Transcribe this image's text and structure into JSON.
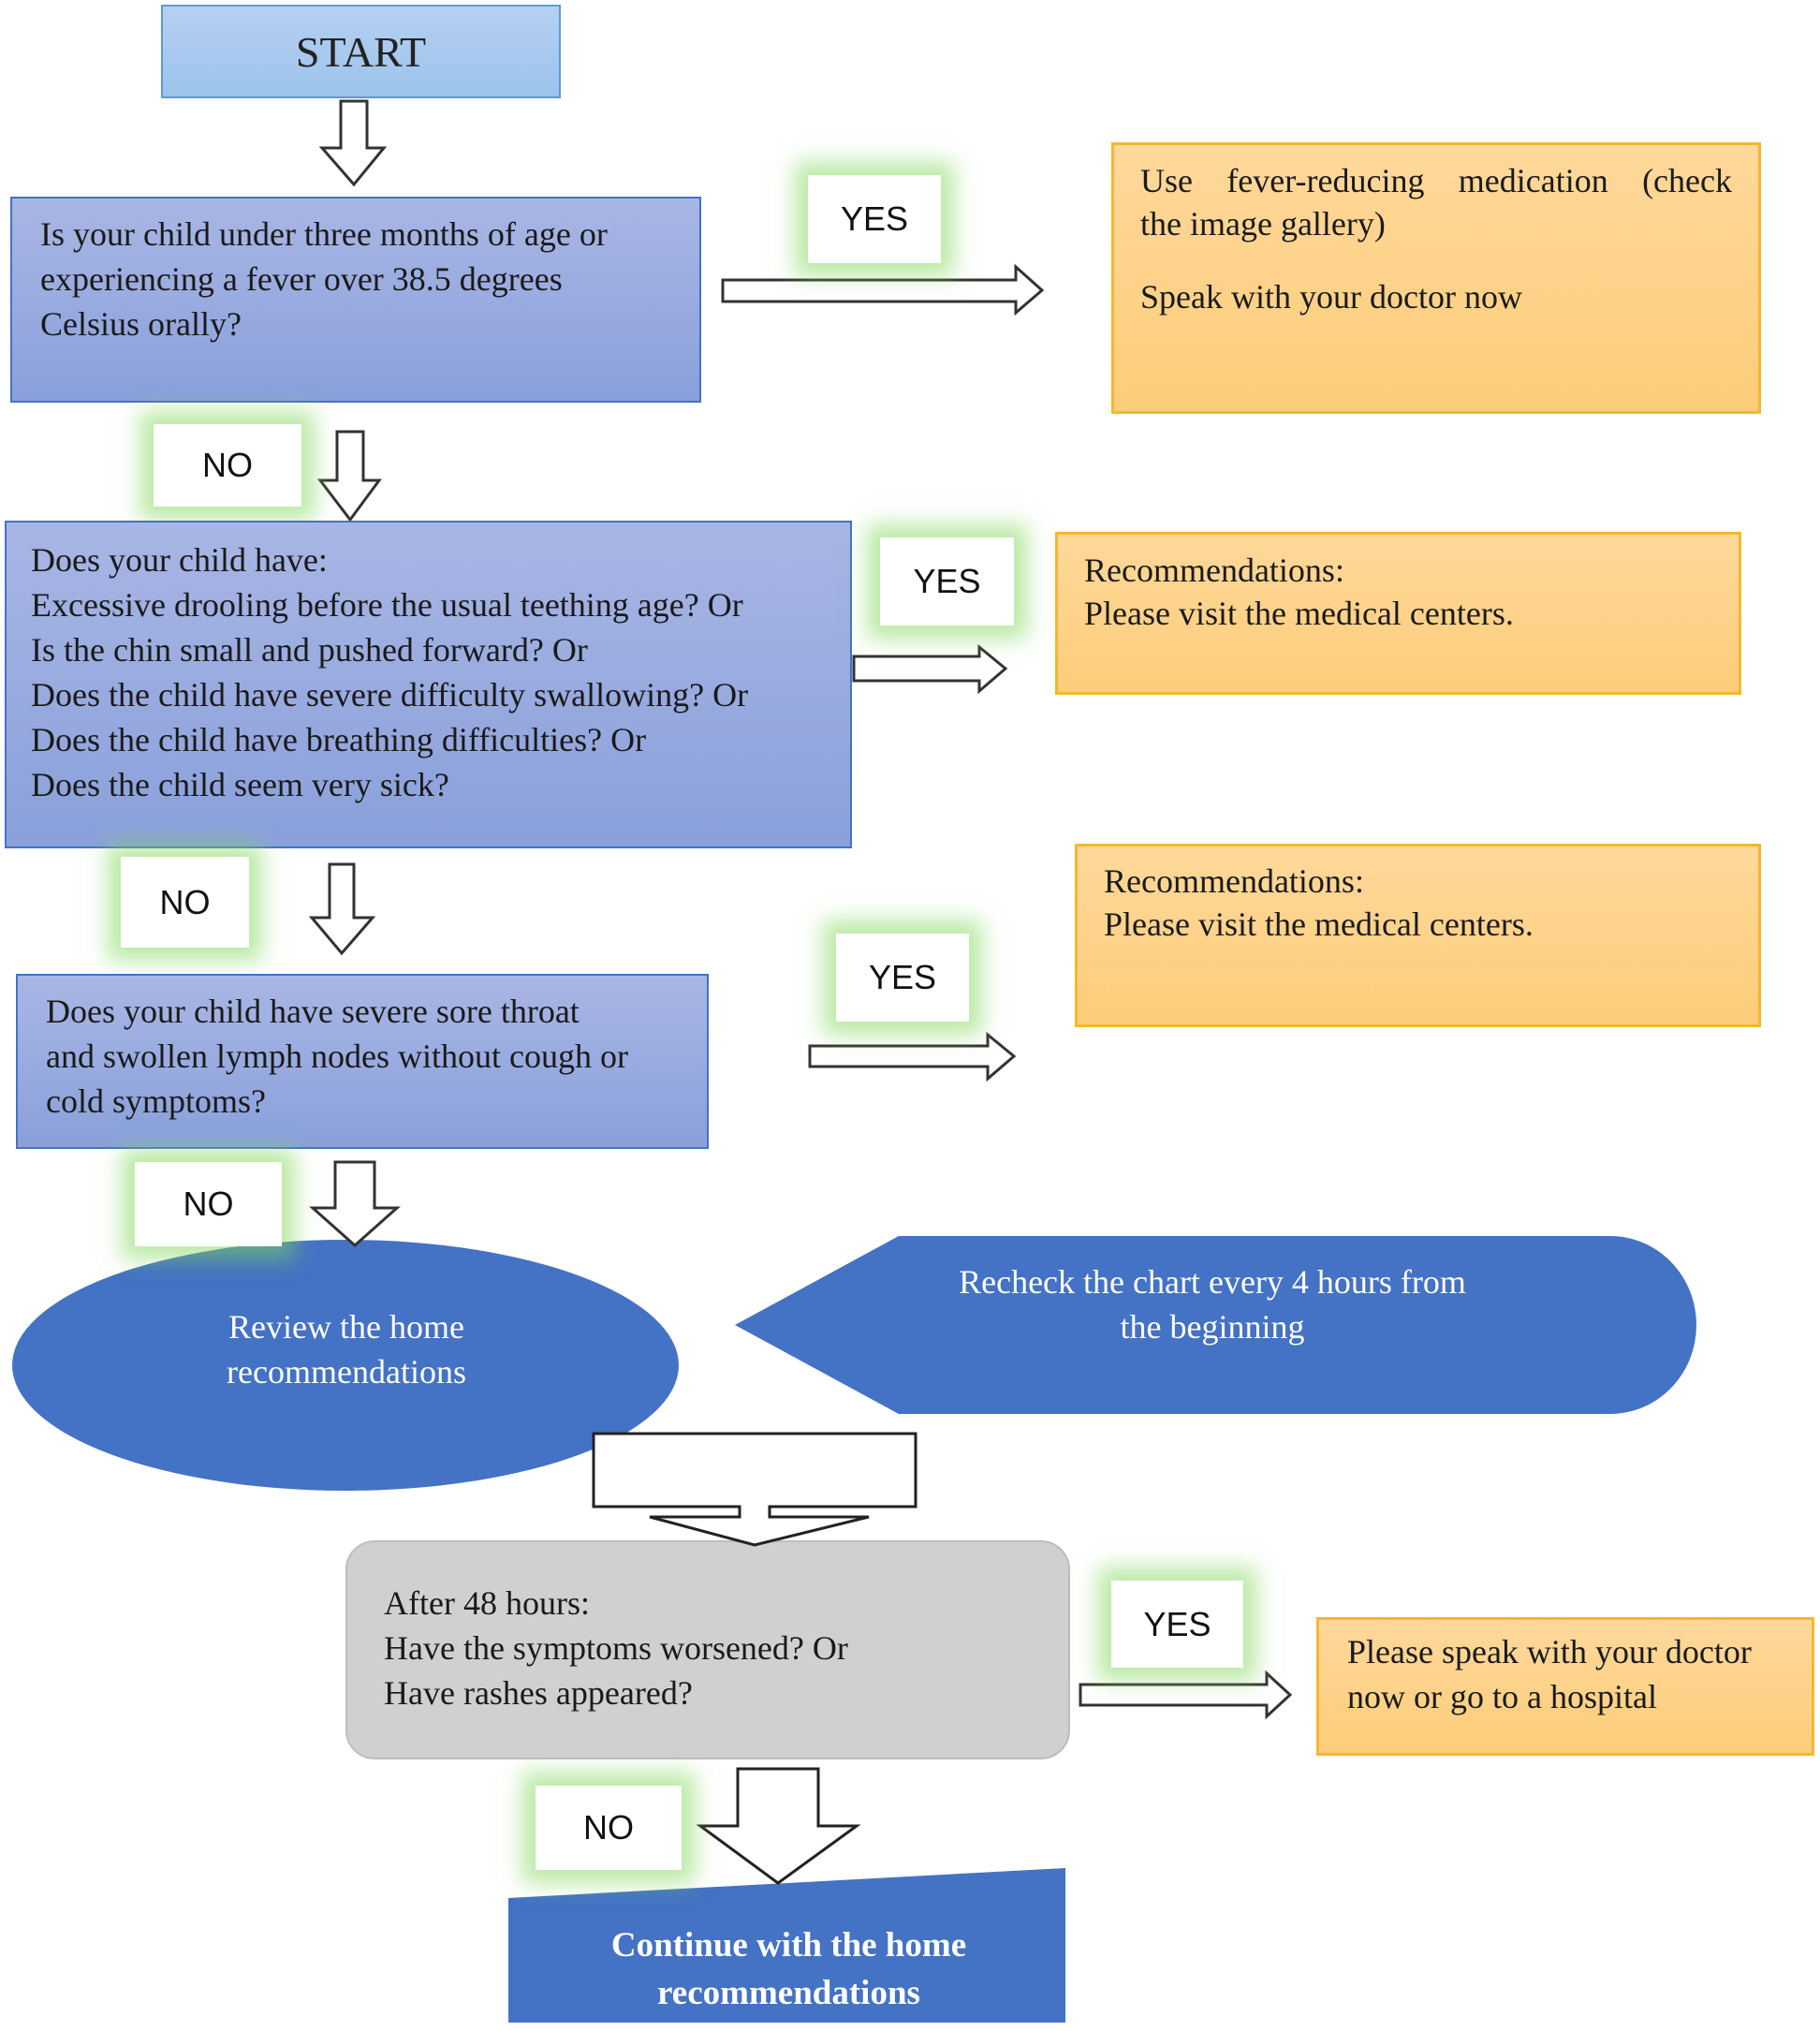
{
  "start": {
    "label": "START"
  },
  "q1": {
    "lines": [
      "Is your child under three months of age or",
      "experiencing a fever over 38.5 degrees",
      "Celsius orally?"
    ],
    "yes_label": "YES",
    "no_label": "NO",
    "recommendation": {
      "line1": "Use fever-reducing medication (check",
      "line2": "the image gallery)",
      "line3": "Speak with your doctor now"
    }
  },
  "q2": {
    "lines": [
      "Does your child have:",
      "Excessive drooling before the usual teething age? Or",
      "Is the chin small and pushed forward? Or",
      "Does the child have severe difficulty swallowing? Or",
      "Does the child have breathing difficulties? Or",
      "Does the child seem very sick?"
    ],
    "yes_label": "YES",
    "no_label": "NO",
    "recommendation": {
      "line1": "Recommendations:",
      "line2": "Please visit the medical centers."
    }
  },
  "q3": {
    "lines": [
      "Does your child have severe sore throat",
      "and swollen lymph nodes without cough or",
      "cold symptoms?"
    ],
    "yes_label": "YES",
    "no_label": "NO",
    "recommendation": {
      "line1": "Recommendations:",
      "line2": "Please visit the medical centers."
    }
  },
  "review": {
    "line1": "Review the home",
    "line2": "recommendations"
  },
  "recheck": {
    "line1": "Recheck the chart every 4 hours from",
    "line2": "the beginning"
  },
  "q4": {
    "lines": [
      "After 48 hours:",
      "Have the symptoms worsened? Or",
      "Have rashes appeared?"
    ],
    "yes_label": "YES",
    "no_label": "NO",
    "recommendation": {
      "line1": "Please speak with your doctor",
      "line2": "now or go to a hospital"
    }
  },
  "continue": {
    "line1": "Continue with the home",
    "line2": "recommendations"
  },
  "colors": {
    "question_fill": "#8ea2dc",
    "question_border": "#4472c4",
    "recommendation_fill": "#fdd488",
    "recommendation_border": "#f5b730",
    "dark_blue": "#4472c4",
    "gray_box": "#d0d0d0",
    "label_glow": "#8fd16a"
  }
}
